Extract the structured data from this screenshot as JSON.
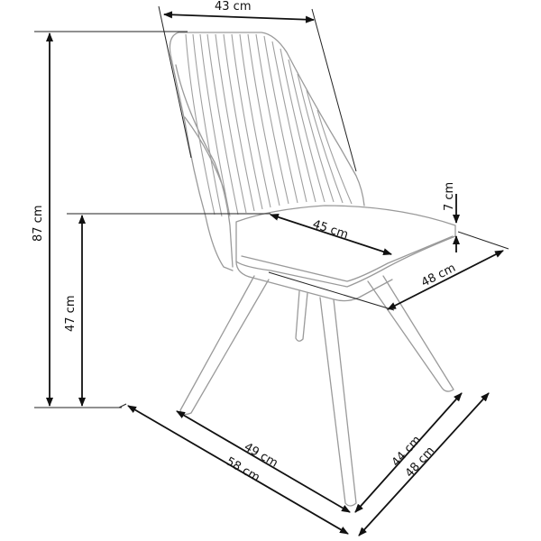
{
  "diagram": {
    "subject": "chair",
    "colors": {
      "outline": "#9a9a9a",
      "dimension_lines": "#111111",
      "background": "#ffffff"
    },
    "dimensions": {
      "backrest_width": "43 cm",
      "total_height": "87 cm",
      "seat_height": "47 cm",
      "seat_depth": "45 cm",
      "seat_thickness": "7 cm",
      "seat_width": "48 cm",
      "leg_span_depth": "49 cm",
      "overall_depth": "58 cm",
      "leg_span_width": "44 cm",
      "overall_width": "48 cm"
    }
  }
}
